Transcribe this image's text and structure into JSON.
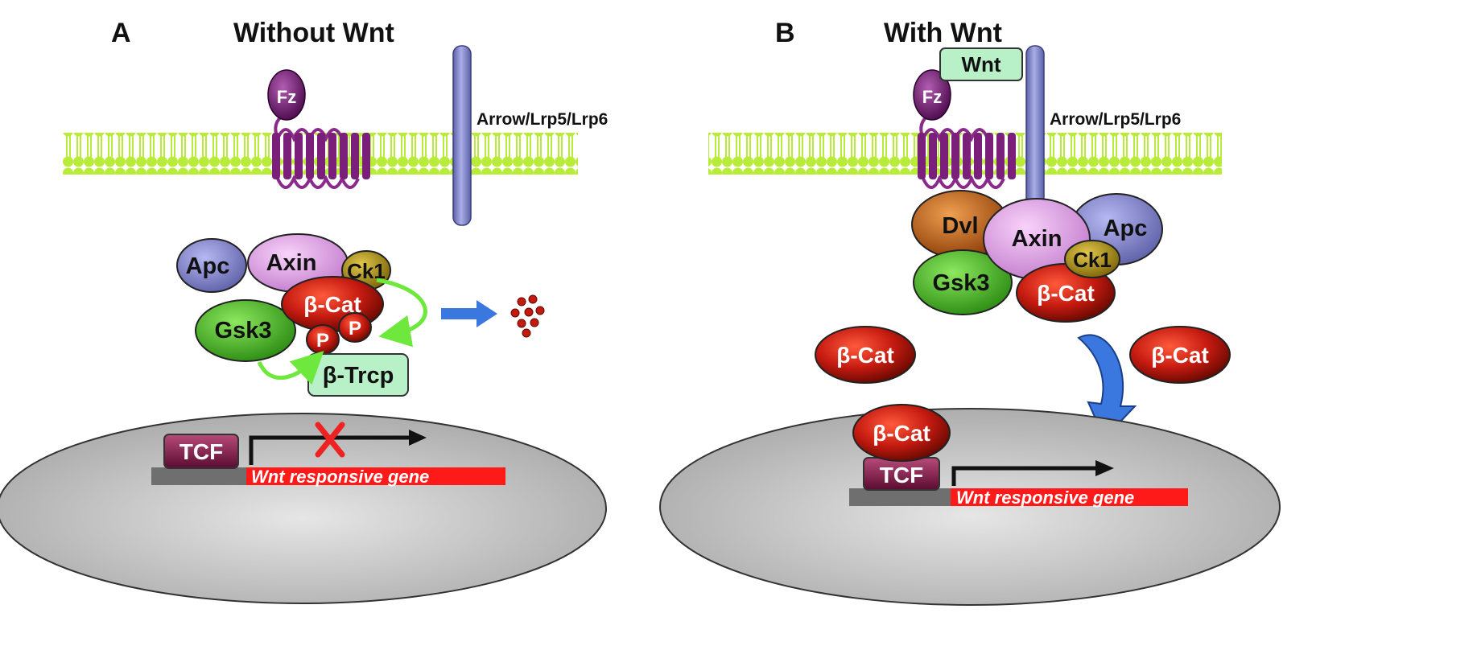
{
  "colors": {
    "membrane": "#b9ec3a",
    "frizzled": "#7a1f7a",
    "lrp": "#7d83c6",
    "apc": "#8d8fd6",
    "axin": "#e8a6ee",
    "ck1": "#b89a1c",
    "beta_cat": "#c41a10",
    "gsk3": "#4fbe2a",
    "dvl": "#d86a14",
    "trcp_box": "#b8f0c8",
    "wnt_box": "#b8f0c8",
    "nucleus": "#bdbdbd",
    "tcf": "#8a1c4c",
    "gene_bar": "#ff1a1a",
    "dna": "#6f6f6f",
    "arrow_blue": "#3a78e0",
    "arrow_green": "#6ee83c",
    "block_x": "#ee2222"
  },
  "panel_a": {
    "letter": "A",
    "title": "Without Wnt",
    "frizzled": "Fz",
    "receptor_label": "Arrow/Lrp5/Lrp6",
    "apc": "Apc",
    "axin": "Axin",
    "ck1": "Ck1",
    "beta_cat": "β-Cat",
    "gsk3": "Gsk3",
    "phospho": "P",
    "trcp": "β-Trcp",
    "tcf": "TCF",
    "gene": "Wnt responsive gene",
    "gene_icons": [
      "blocked-transcription-x-icon",
      "degradation-arrow-icon"
    ]
  },
  "panel_b": {
    "letter": "B",
    "title": "With Wnt",
    "wnt": "Wnt",
    "frizzled": "Fz",
    "receptor_label": "Arrow/Lrp5/Lrp6",
    "dvl": "Dvl",
    "axin": "Axin",
    "apc": "Apc",
    "ck1": "Ck1",
    "gsk3": "Gsk3",
    "beta_cat_complex": "β-Cat",
    "beta_cat_left": "β-Cat",
    "beta_cat_right": "β-Cat",
    "beta_cat_nucleus": "β-Cat",
    "tcf": "TCF",
    "gene": "Wnt responsive gene"
  }
}
